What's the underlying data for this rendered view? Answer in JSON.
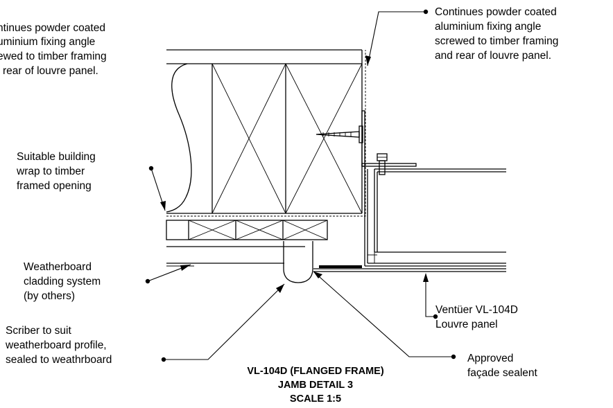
{
  "annotations": {
    "fixing_angle_left": [
      "ntinues powder coated",
      "uminium fixing angle",
      "ewed to timber framing",
      "rear of louvre panel."
    ],
    "fixing_angle_right": [
      "Continues powder coated",
      "aluminium fixing angle",
      "screwed to timber framing",
      "and rear of louvre panel."
    ],
    "building_wrap": [
      "Suitable building",
      "wrap to timber",
      "framed opening"
    ],
    "weatherboard": [
      "Weatherboard",
      "cladding system",
      "(by others)"
    ],
    "scriber": [
      "Scriber to suit",
      "weatherboard profile,",
      "sealed to weathrboard"
    ],
    "louvre_panel": [
      "Ventüer VL-104D",
      "Louvre panel"
    ],
    "sealant": [
      "Approved",
      "façade sealent"
    ]
  },
  "title": {
    "line1": "VL-104D (FLANGED FRAME)",
    "line2": "JAMB DETAIL 3",
    "line3": "SCALE 1:5"
  }
}
